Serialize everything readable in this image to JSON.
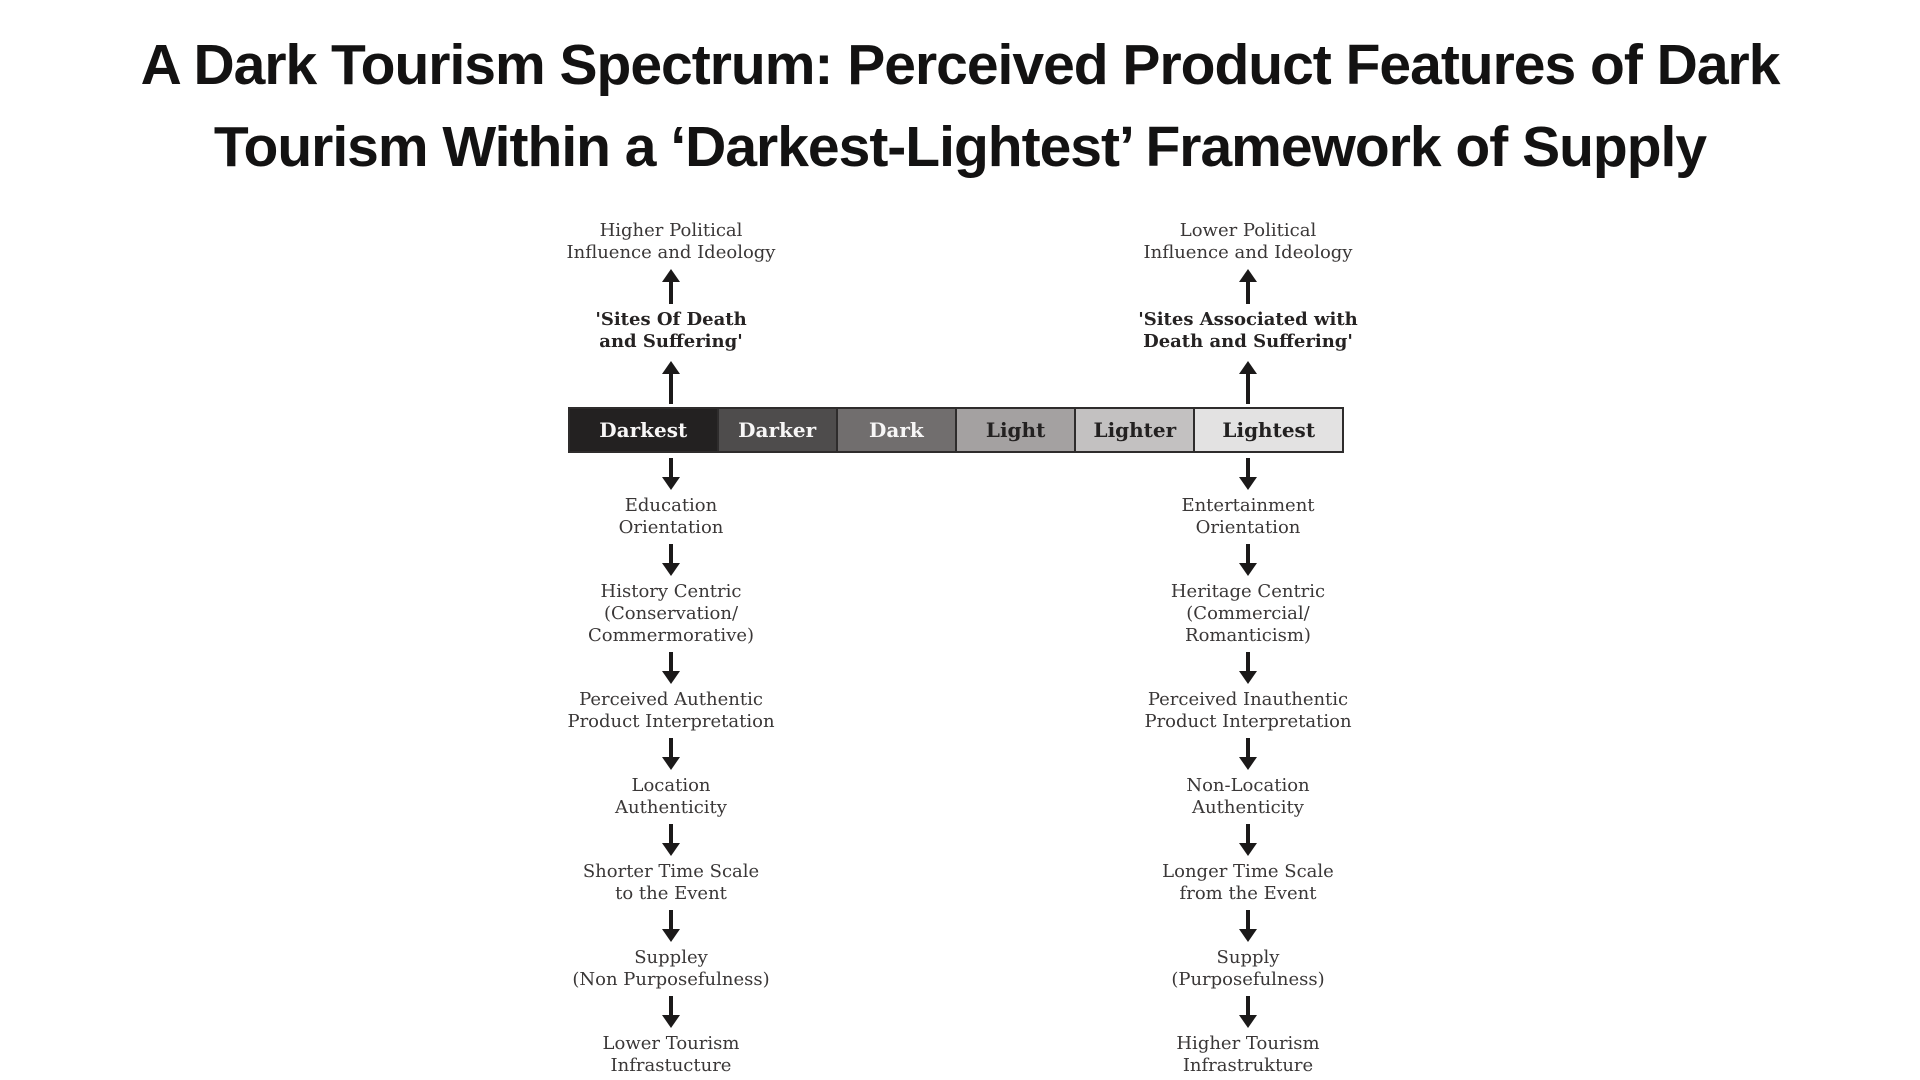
{
  "title": {
    "line1": "A Dark Tourism Spectrum: Perceived Product Features of Dark",
    "line2": "Tourism Within a ‘Darkest-Lightest’ Framework of Supply"
  },
  "bar": {
    "border_color": "#2e2c2c",
    "segments": [
      {
        "label": "Darkest",
        "bg": "#232121",
        "fg": "#f7f6f6"
      },
      {
        "label": "Darker",
        "bg": "#4e4c4c",
        "fg": "#f7f6f6"
      },
      {
        "label": "Dark",
        "bg": "#716e6e",
        "fg": "#f7f6f6"
      },
      {
        "label": "Light",
        "bg": "#a4a1a1",
        "fg": "#232121"
      },
      {
        "label": "Lighter",
        "bg": "#c3c1c1",
        "fg": "#232121"
      },
      {
        "label": "Lightest",
        "bg": "#e3e2e2",
        "fg": "#232121"
      }
    ]
  },
  "left": {
    "political": "Higher Political\nInfluence and Ideology",
    "sites": "'Sites Of Death\nand Suffering'",
    "below": [
      "Education\nOrientation",
      "History Centric\n(Conservation/\nCommermorative)",
      "Perceived Authentic\nProduct Interpretation",
      "Location\nAuthenticity",
      "Shorter Time Scale\nto the Event",
      "Suppley\n(Non Purposefulness)",
      "Lower Tourism\nInfrastucture"
    ]
  },
  "right": {
    "political": "Lower Political\nInfluence and Ideology",
    "sites": "'Sites Associated with\nDeath and Suffering'",
    "below": [
      "Entertainment\nOrientation",
      "Heritage Centric\n(Commercial/\nRomanticism)",
      "Perceived Inauthentic\nProduct Interpretation",
      "Non-Location\nAuthenticity",
      "Longer Time Scale\nfrom the Event",
      "Supply\n(Purposefulness)",
      "Higher Tourism\nInfrastrukture"
    ]
  }
}
